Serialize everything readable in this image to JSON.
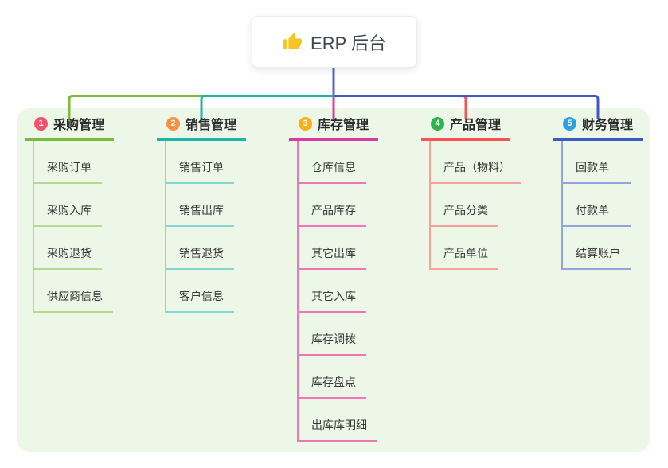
{
  "root": {
    "title": "ERP 后台",
    "icon": "thumbs-up",
    "icon_color": "#f7c325",
    "connector_color": "#5565cf"
  },
  "panel": {
    "background_color": "#edf7e8"
  },
  "branches": [
    {
      "index": "1",
      "label": "采购管理",
      "badge_color": "#f4506d",
      "line_color": "#7cb93f",
      "child_line_color": "#b5d98e",
      "children": [
        "采购订单",
        "采购入库",
        "采购退货",
        "供应商信息"
      ]
    },
    {
      "index": "2",
      "label": "销售管理",
      "badge_color": "#f6913d",
      "line_color": "#1db5a7",
      "child_line_color": "#85d8cf",
      "children": [
        "销售订单",
        "销售出库",
        "销售退货",
        "客户信息"
      ]
    },
    {
      "index": "3",
      "label": "库存管理",
      "badge_color": "#fbb017",
      "line_color": "#d83a9d",
      "child_line_color": "#ef77b5",
      "children": [
        "仓库信息",
        "产品库存",
        "其它出库",
        "其它入库",
        "库存调拨",
        "库存盘点",
        "出库库明细"
      ]
    },
    {
      "index": "4",
      "label": "产品管理",
      "badge_color": "#2fb350",
      "line_color": "#f85352",
      "child_line_color": "#f8a09b",
      "children": [
        "产品（物料）",
        "产品分类",
        "产品单位"
      ]
    },
    {
      "index": "5",
      "label": "财务管理",
      "badge_color": "#2aa2e2",
      "line_color": "#4059c8",
      "child_line_color": "#93a3dc",
      "children": [
        "回款单",
        "付款单",
        "结算账户"
      ]
    }
  ]
}
